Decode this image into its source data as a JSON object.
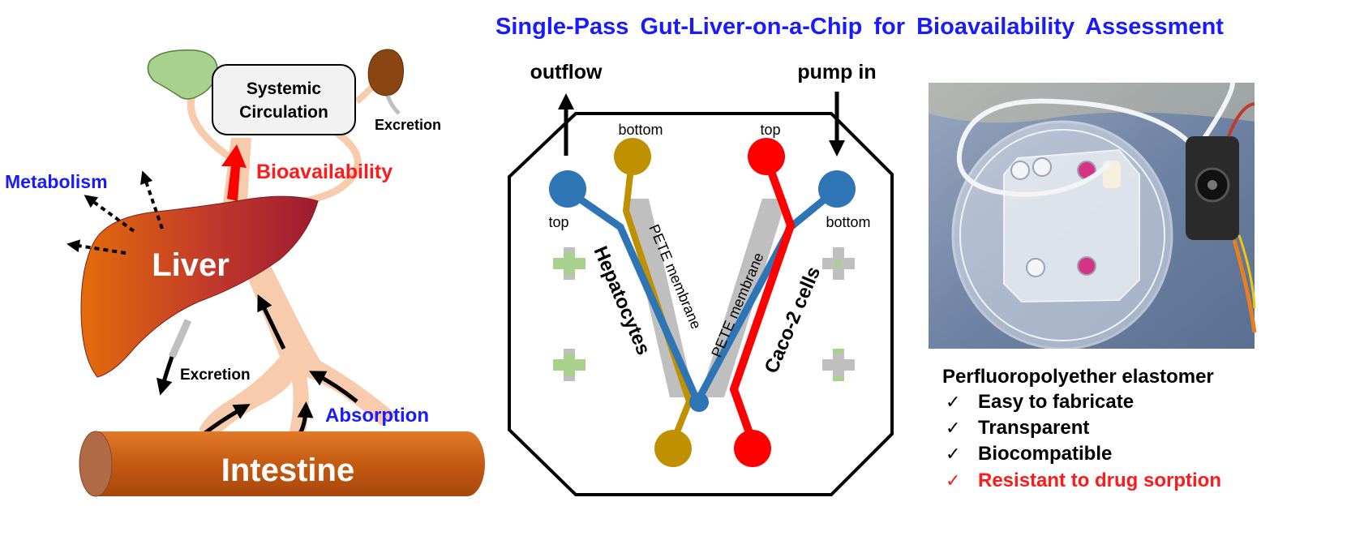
{
  "title": "Single-Pass Gut-Liver-on-a-Chip for Bioavailability Assessment",
  "left_panel": {
    "systemic_circulation": [
      "Systemic",
      "Circulation"
    ],
    "excretion_kidney": "Excretion",
    "metabolism": "Metabolism",
    "bioavailability": "Bioavailability",
    "liver": "Liver",
    "excretion_liver": "Excretion",
    "absorption": "Absorption",
    "intestine": "Intestine"
  },
  "chip_panel": {
    "outflow": "outflow",
    "pump_in": "pump in",
    "port_bottom_left": "bottom",
    "port_top_right": "top",
    "port_top_left": "top",
    "port_bottom_right": "bottom",
    "membrane_left": "PETE membrane",
    "membrane_right": "PETE membrane",
    "hepatocytes": "Hepatocytes",
    "caco2": "Caco-2 cells"
  },
  "properties": {
    "heading": "Perfluoropolyether elastomer",
    "checkmark": "✓",
    "items": [
      {
        "text": "Easy to fabricate",
        "highlight": false
      },
      {
        "text": "Transparent",
        "highlight": false
      },
      {
        "text": "Biocompatible",
        "highlight": false
      },
      {
        "text": "Resistant to drug sorption",
        "highlight": true
      }
    ]
  },
  "colors": {
    "title_blue": "#1a1aff",
    "red": "#ff1a1a",
    "chip_blue": "#2e75b6",
    "chip_gold": "#bf9000",
    "chip_red": "#ff0000",
    "vessel": "#f8cbad",
    "liver_light": "#e46c0a",
    "liver_dark": "#9e1b32",
    "intestine": "#c55a11"
  }
}
